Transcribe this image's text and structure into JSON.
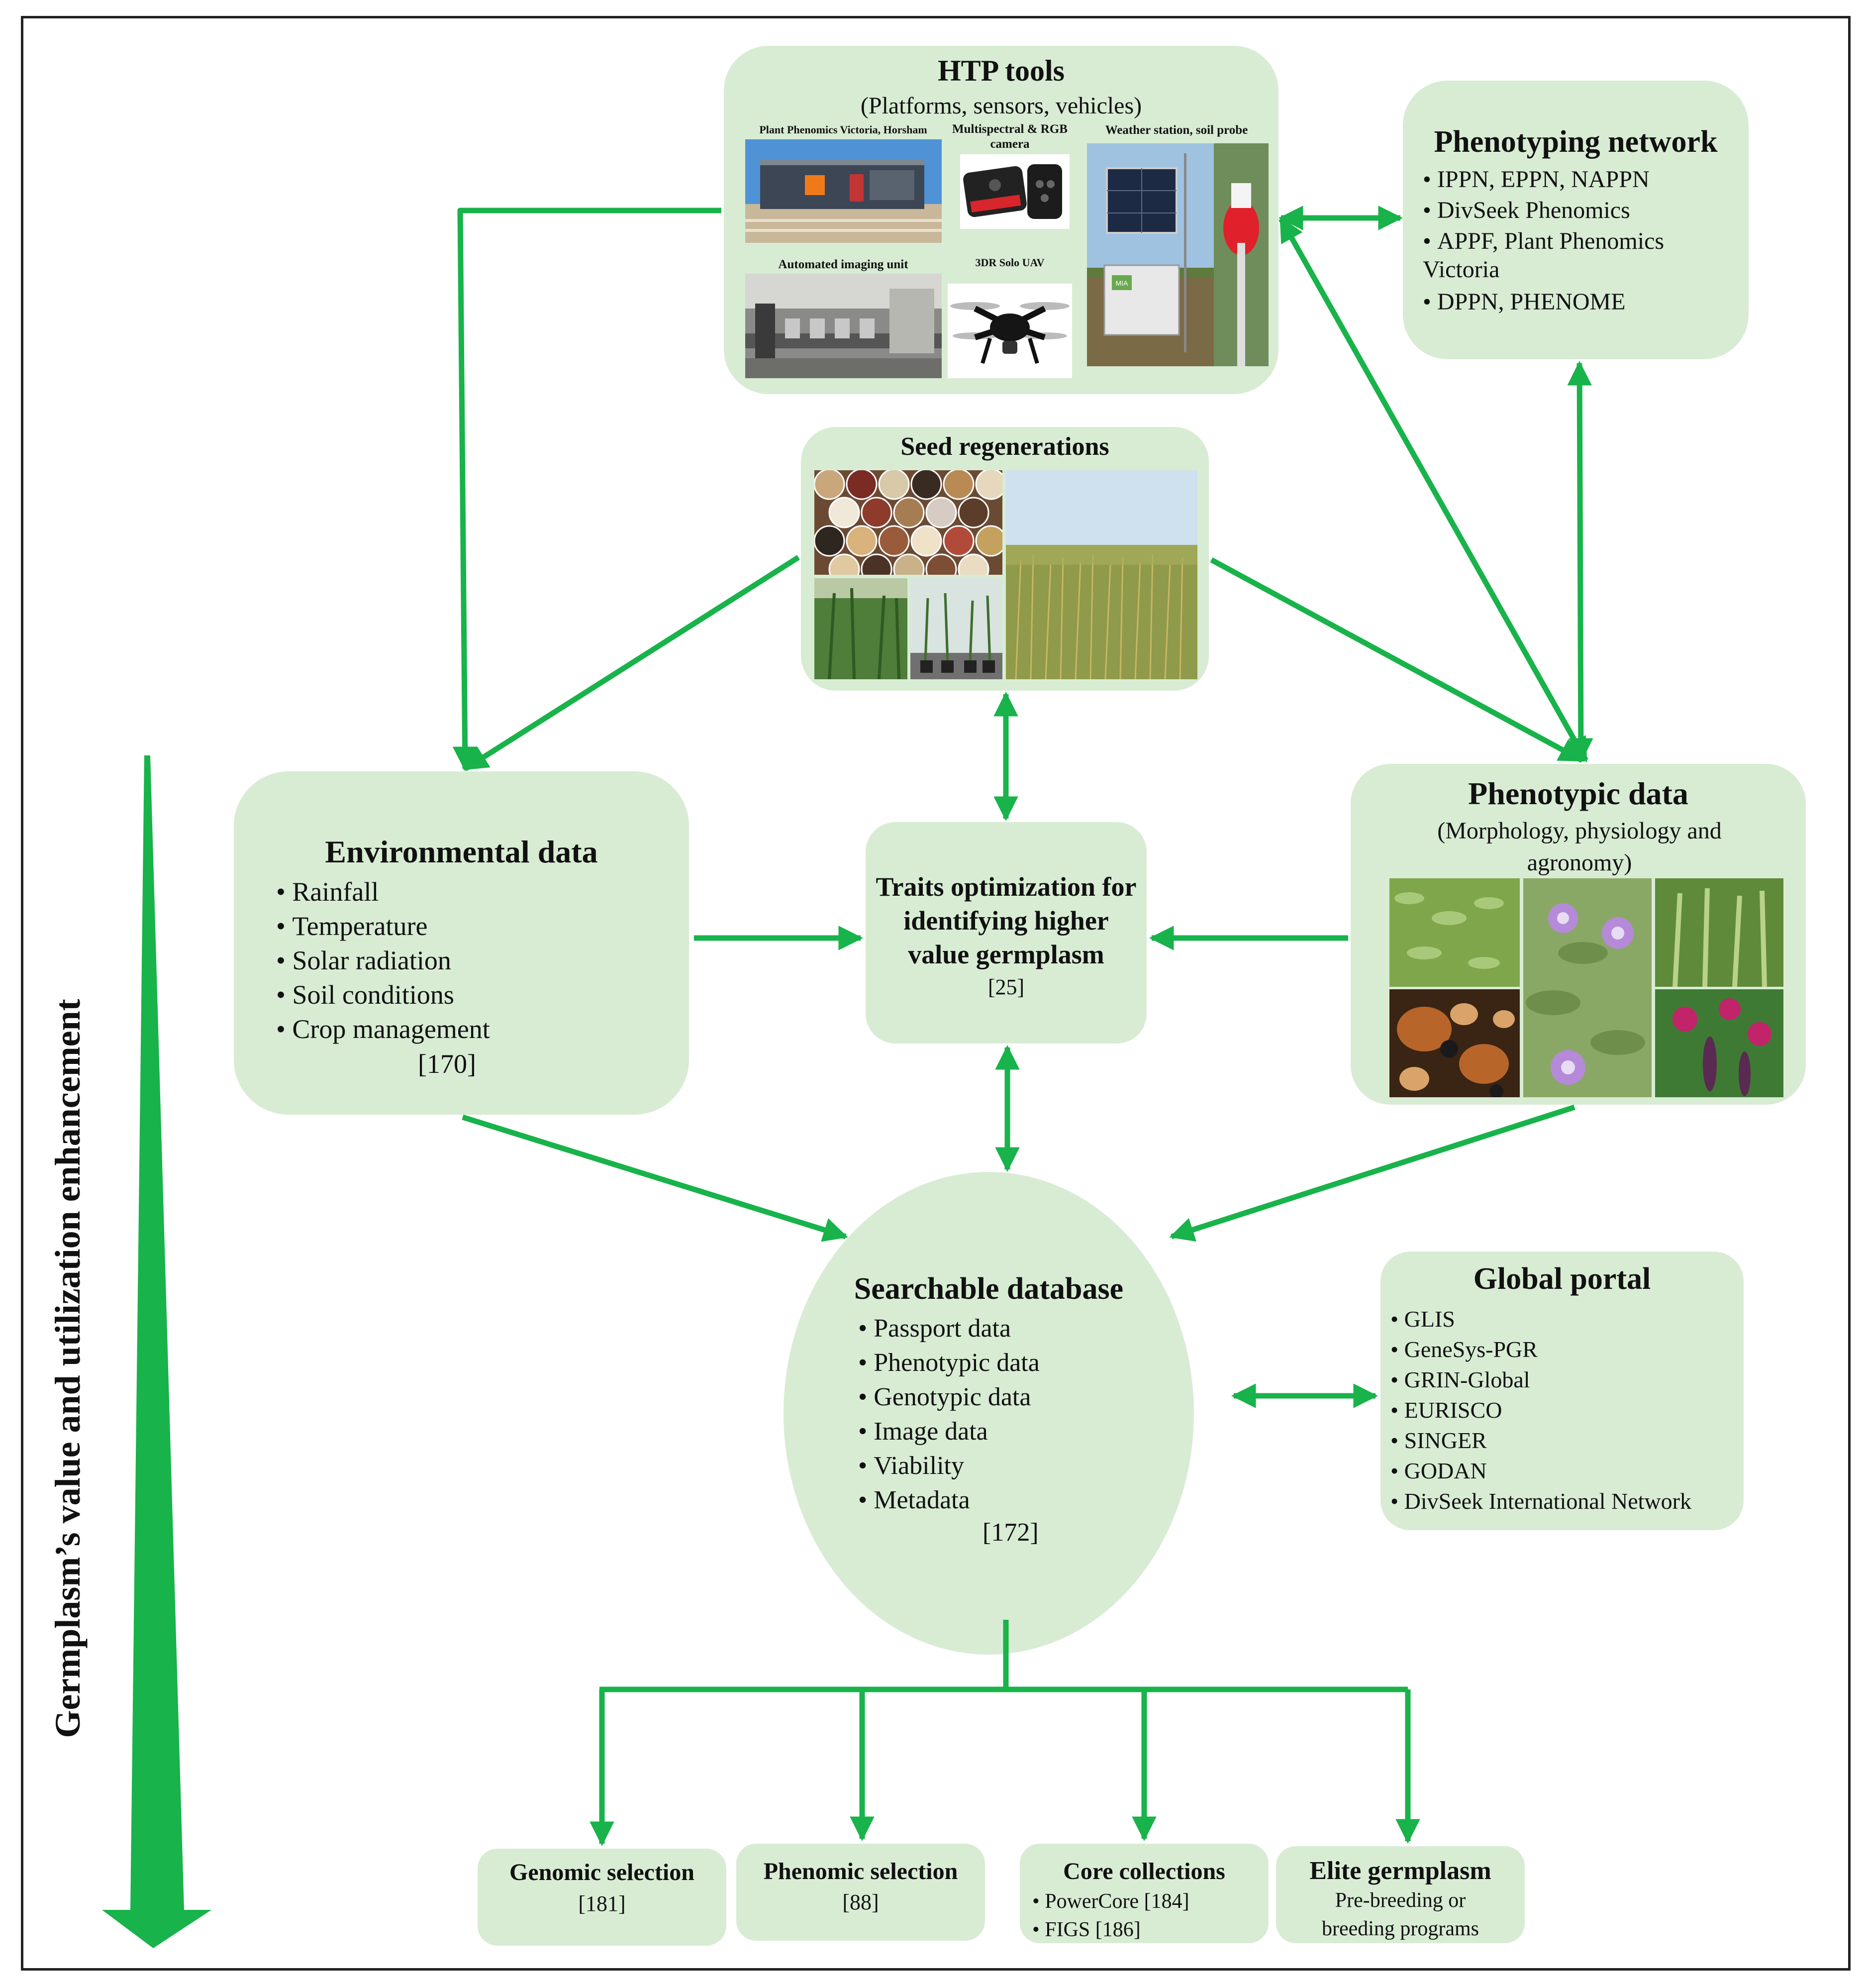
{
  "htp_tools": {
    "title": "HTP tools",
    "subtitle": "(Platforms, sensors, vehicles)",
    "photos": [
      {
        "label": "Plant Phenomics Victoria, Horsham"
      },
      {
        "label": "Multispectral & RGB camera"
      },
      {
        "label": "Weather station, soil probe"
      },
      {
        "label": "Automated imaging unit"
      },
      {
        "label": "3DR Solo UAV"
      }
    ],
    "weather_sign": "MIA"
  },
  "phenotyping_network": {
    "title": "Phenotyping network",
    "items": [
      "IPPN, EPPN, NAPPN",
      "DivSeek Phenomics",
      "APPF,  Plant Phenomics",
      "DPPN, PHENOME"
    ],
    "continuation": "Victoria"
  },
  "seed_regenerations": {
    "title": "Seed regenerations"
  },
  "environmental_data": {
    "title": "Environmental data",
    "items": [
      "Rainfall",
      "Temperature",
      "Solar radiation",
      "Soil conditions",
      "Crop management"
    ],
    "ref": "[170]"
  },
  "traits_optimization": {
    "title": "Traits optimization for identifying higher value germplasm",
    "ref": "[25]"
  },
  "phenotypic_data": {
    "title": "Phenotypic data",
    "subtitle": "(Morphology, physiology and agronomy)"
  },
  "searchable_database": {
    "title": "Searchable database",
    "items": [
      "Passport data",
      "Phenotypic data",
      "Genotypic data",
      "Image data",
      "Viability",
      "Metadata"
    ],
    "ref": "[172]"
  },
  "global_portal": {
    "title": "Global portal",
    "items": [
      "GLIS",
      "GeneSys-PGR",
      "GRIN-Global",
      "EURISCO",
      "SINGER",
      "GODAN",
      "DivSeek International Network"
    ]
  },
  "outcomes": [
    {
      "title": "Genomic selection",
      "lines": [
        "[181]"
      ]
    },
    {
      "title": "Phenomic selection",
      "lines": [
        "[88]"
      ]
    },
    {
      "title": "Core collections",
      "bullets": [
        "PowerCore [184]",
        "FIGS [186]"
      ]
    },
    {
      "title": "Elite germplasm",
      "lines": [
        "Pre-breeding or",
        "breeding programs"
      ]
    }
  ],
  "side_label": "Germplasm’s value and utilization enhancement",
  "colors": {
    "arrow": "#18b34a",
    "box": "#d8ecd4"
  }
}
